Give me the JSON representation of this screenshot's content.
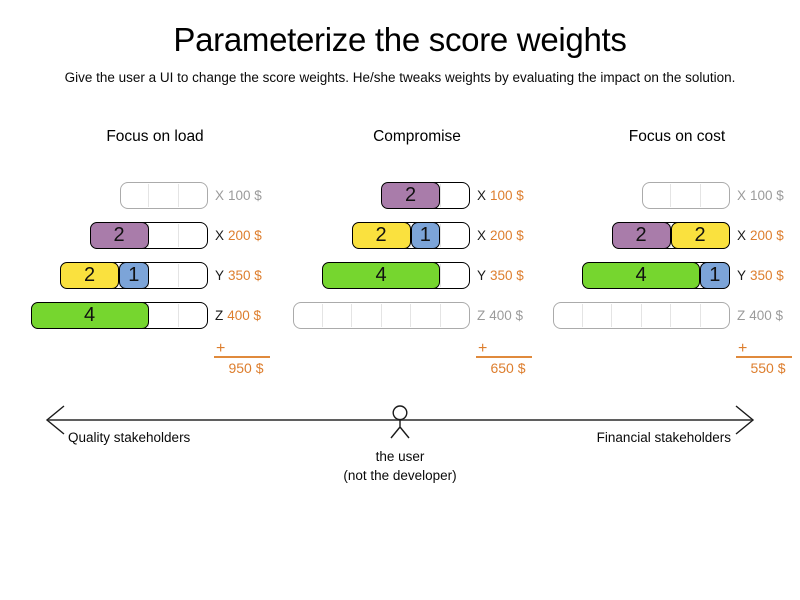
{
  "title": "Parameterize the score weights",
  "subtitle": "Give the user a UI to change the score weights. He/she tweaks weights by evaluating the impact on the solution.",
  "palette": {
    "purple": "#A97CAA",
    "yellow": "#FAE13E",
    "blue": "#7CA4D8",
    "green": "#76D62F",
    "orange": "#DD7E2E",
    "inactive_gray": "#9B9B9B"
  },
  "scenarios": [
    {
      "title": "Focus on load",
      "plus_sign": "+",
      "total": "950 $",
      "rows": [
        {
          "resource": "X",
          "cost": "100 $",
          "capacity": 3,
          "blocks": []
        },
        {
          "resource": "X",
          "cost": "200 $",
          "capacity": 4,
          "blocks": [
            {
              "value": "2",
              "size": 2,
              "color": "purple"
            }
          ]
        },
        {
          "resource": "Y",
          "cost": "350 $",
          "capacity": 5,
          "blocks": [
            {
              "value": "2",
              "size": 2,
              "color": "yellow"
            },
            {
              "value": "1",
              "size": 1,
              "color": "blue"
            }
          ]
        },
        {
          "resource": "Z",
          "cost": "400 $",
          "capacity": 6,
          "blocks": [
            {
              "value": "4",
              "size": 4,
              "color": "green"
            }
          ]
        }
      ]
    },
    {
      "title": "Compromise",
      "plus_sign": "+",
      "total": "650 $",
      "rows": [
        {
          "resource": "X",
          "cost": "100 $",
          "capacity": 3,
          "blocks": [
            {
              "value": "2",
              "size": 2,
              "color": "purple"
            }
          ]
        },
        {
          "resource": "X",
          "cost": "200 $",
          "capacity": 4,
          "blocks": [
            {
              "value": "2",
              "size": 2,
              "color": "yellow"
            },
            {
              "value": "1",
              "size": 1,
              "color": "blue"
            }
          ]
        },
        {
          "resource": "Y",
          "cost": "350 $",
          "capacity": 5,
          "blocks": [
            {
              "value": "4",
              "size": 4,
              "color": "green"
            }
          ]
        },
        {
          "resource": "Z",
          "cost": "400 $",
          "capacity": 6,
          "blocks": []
        }
      ]
    },
    {
      "title": "Focus on cost",
      "plus_sign": "+",
      "total": "550 $",
      "rows": [
        {
          "resource": "X",
          "cost": "100 $",
          "capacity": 3,
          "blocks": []
        },
        {
          "resource": "X",
          "cost": "200 $",
          "capacity": 4,
          "blocks": [
            {
              "value": "2",
              "size": 2,
              "color": "purple"
            },
            {
              "value": "2",
              "size": 2,
              "color": "yellow"
            }
          ]
        },
        {
          "resource": "Y",
          "cost": "350 $",
          "capacity": 5,
          "blocks": [
            {
              "value": "4",
              "size": 4,
              "color": "green"
            },
            {
              "value": "1",
              "size": 1,
              "color": "blue"
            }
          ]
        },
        {
          "resource": "Z",
          "cost": "400 $",
          "capacity": 6,
          "blocks": []
        }
      ]
    }
  ],
  "axis": {
    "left_label": "Quality stakeholders",
    "right_label": "Financial stakeholders",
    "center_label_line1": "the user",
    "center_label_line2": "(not the developer)"
  }
}
